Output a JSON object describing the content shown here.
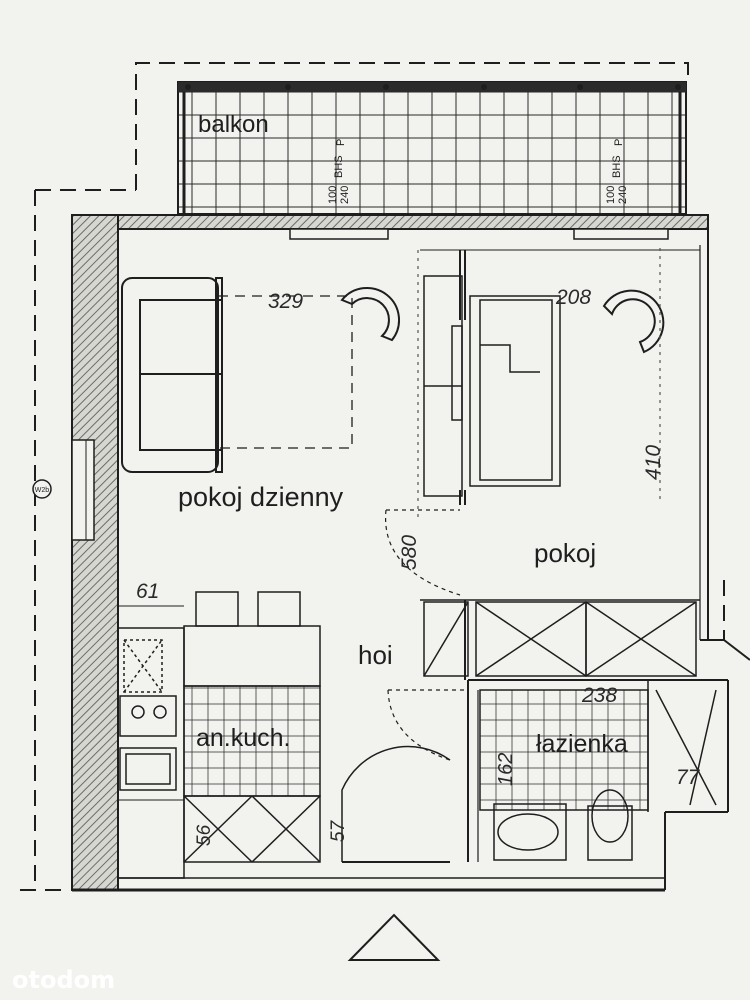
{
  "colors": {
    "paper": "#f2f2ef",
    "ink": "#1e1e1e",
    "wall_hatch": "#6b6b6b",
    "watermark": "#ffffff"
  },
  "rooms": {
    "balcony": "balkon",
    "living": "pokoj dzienny",
    "room": "pokoj",
    "hall": "hoi",
    "kitchen": "an.kuch.",
    "bathroom": "łazienka"
  },
  "dimensions": {
    "living_width": "329",
    "room_width": "208",
    "room_depth": "410",
    "living_depth": "580",
    "kitchen_width": "61",
    "bath_width": "238",
    "bath_depth": "162",
    "bath_extra": "77",
    "kitchen_cab": "56",
    "entry_door": "57",
    "window_left_a": "100",
    "window_left_b": "240",
    "window_left_c": "BHS",
    "window_left_d": "P",
    "window_right_a": "100",
    "window_right_b": "240",
    "window_right_c": "BHS",
    "window_right_d": "P",
    "window_tag": "W2b"
  },
  "watermark": "otodom"
}
